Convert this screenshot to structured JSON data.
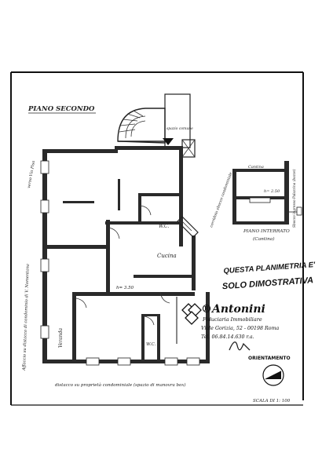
{
  "floor_title": "PIANO SECONDO",
  "spazio_comune": "spazio comune",
  "side_street_right": "verso Via Pisa",
  "side_street_left": "Affaccio su distacco di condominio di V. Nomentana",
  "room_labels": {
    "wc_top": "W.C.",
    "cucina": "Cucina",
    "height": "h= 3.50",
    "veranda": "Veranda",
    "wc_bottom": "W.C."
  },
  "corridor_note": "corridoio sbocco condominiale",
  "bottom_note": "distacco su proprietà condominiale (spazio di manovra box)",
  "basement": {
    "title": "PIANO INTERRATO",
    "subtitle": "(Cantina)",
    "top_label": "Cantina",
    "height": "h= 2.50",
    "side_note": "Sbocco ingresso Palazzina (bozze)"
  },
  "stamp": {
    "line1": "QUESTA PLANIMETRIA E'",
    "line2": "SOLO DIMOSTRATIVA"
  },
  "agency": {
    "logo_text": "®Antonini",
    "subtitle": "Fiduciaria Immobiliare",
    "address": "Viale Gorizia, 52 - 00198 Roma",
    "phone": "Tel. 06.84.14.630 r.a."
  },
  "orientation_label": "ORIENTAMENTO",
  "scale_label": "SCALA DI 1: 100"
}
